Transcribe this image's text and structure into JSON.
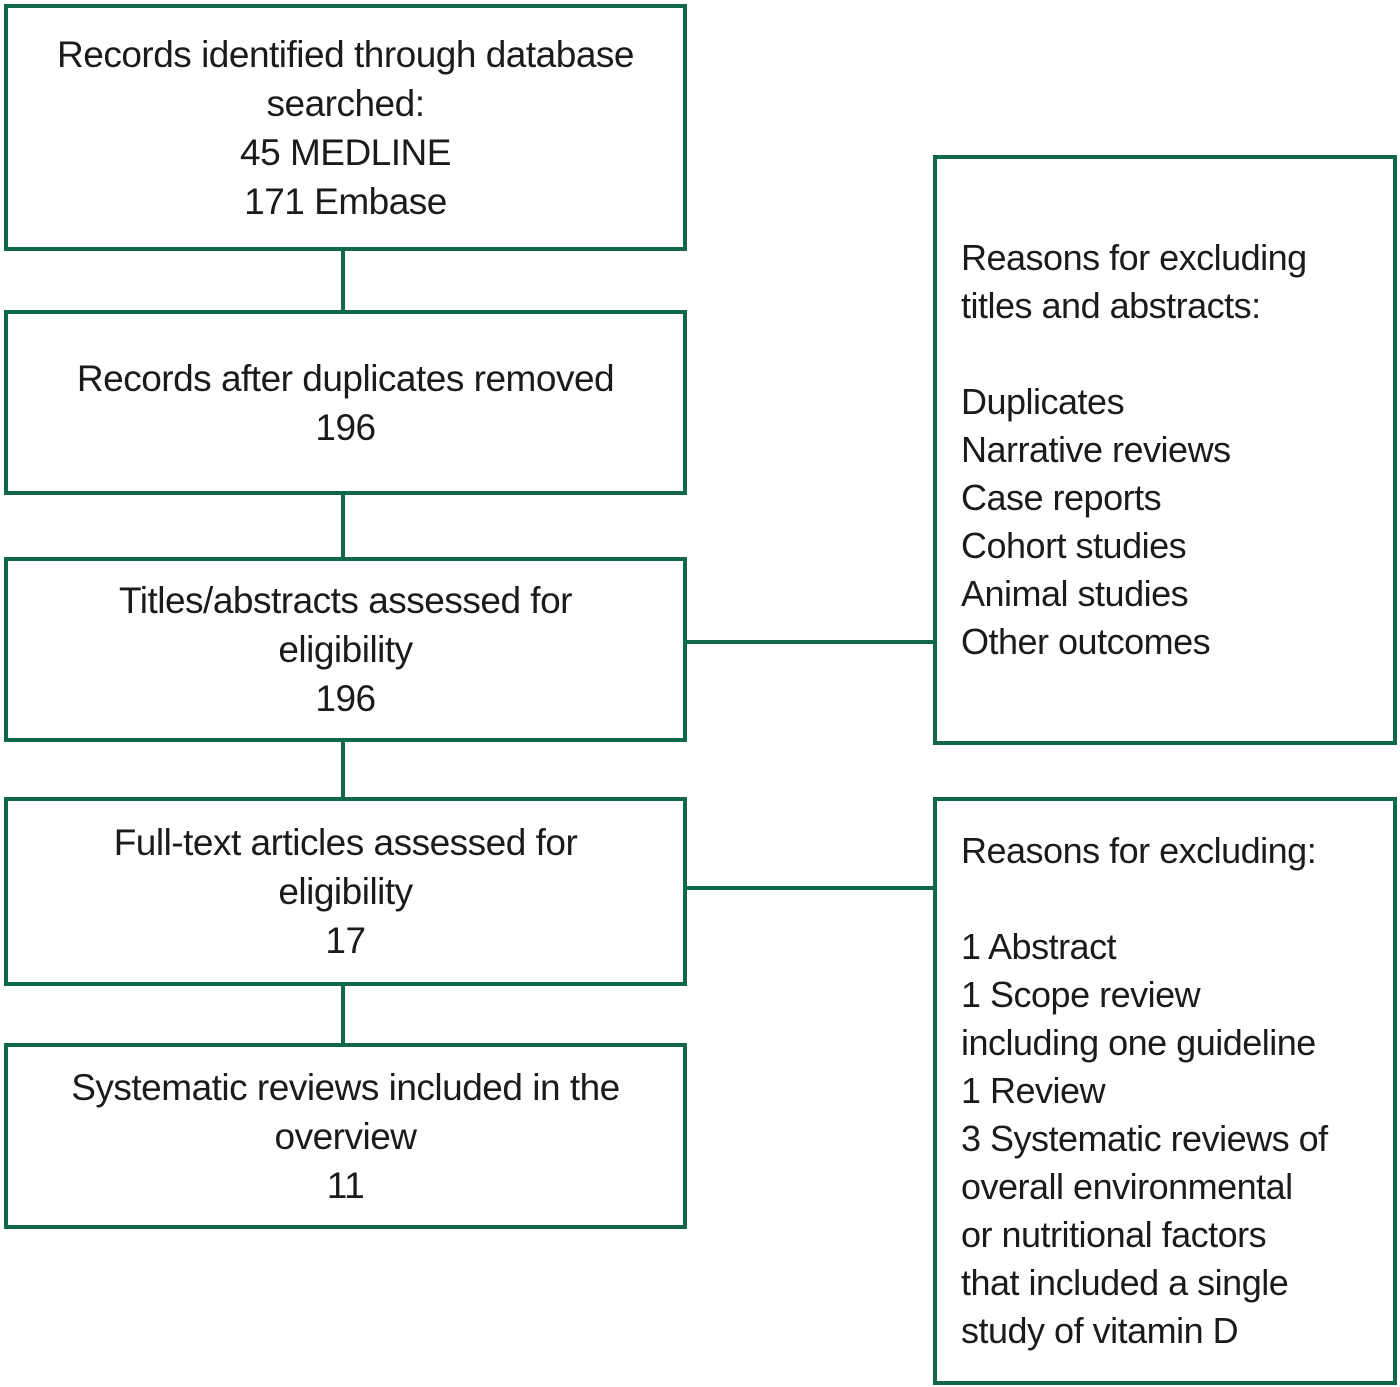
{
  "colors": {
    "border_green": "#10684C",
    "text": "#1B1B1B",
    "background": "#FFFFFF"
  },
  "flow_boxes": [
    {
      "name": "records-identified",
      "lines": [
        "Records identified through database",
        "searched:",
        "45 MEDLINE",
        "171 Embase"
      ]
    },
    {
      "name": "records-after-duplicates",
      "lines": [
        "Records after duplicates removed",
        "196"
      ]
    },
    {
      "name": "titles-abstracts-assessed",
      "lines": [
        "Titles/abstracts assessed for",
        "eligibility",
        "196"
      ]
    },
    {
      "name": "full-text-assessed",
      "lines": [
        "Full-text articles assessed for",
        "eligibility",
        "17"
      ]
    },
    {
      "name": "reviews-included",
      "lines": [
        "Systematic reviews included in the",
        "overview",
        "11"
      ]
    }
  ],
  "reason_boxes": [
    {
      "name": "reasons-excluding-titles-abstracts",
      "lines": [
        "Reasons for excluding",
        "titles and abstracts:",
        "",
        "Duplicates",
        "Narrative reviews",
        "Case reports",
        "Cohort studies",
        "Animal studies",
        "Other outcomes"
      ]
    },
    {
      "name": "reasons-excluding-full-text",
      "lines": [
        "Reasons for excluding:",
        "",
        "1 Abstract",
        "1 Scope review",
        "including one guideline",
        "1 Review",
        "3 Systematic reviews of",
        "overall environmental",
        "or nutritional factors",
        "that included a single",
        "study of vitamin D"
      ]
    }
  ]
}
